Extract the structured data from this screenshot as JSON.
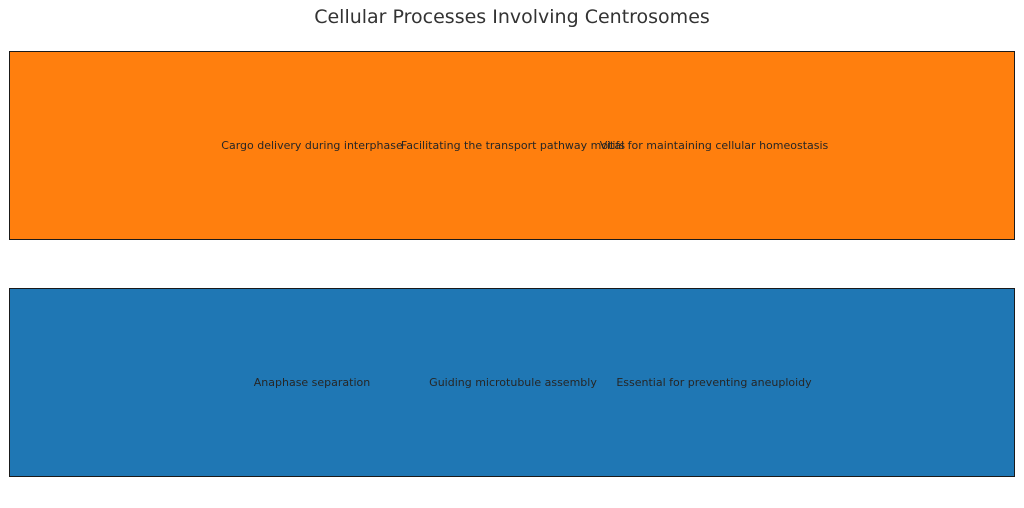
{
  "title": "Cellular Processes Involving Centrosomes",
  "colors": {
    "top_band": "#ff7f0e",
    "bottom_band": "#1f77b4"
  },
  "bands": [
    {
      "labels": [
        "Cargo delivery during interphase",
        "Facilitating the transport pathway motifs",
        "Vital for maintaining cellular homeostasis"
      ]
    },
    {
      "labels": [
        "Anaphase separation",
        "Guiding microtubule assembly",
        "Essential for preventing aneuploidy"
      ]
    }
  ]
}
